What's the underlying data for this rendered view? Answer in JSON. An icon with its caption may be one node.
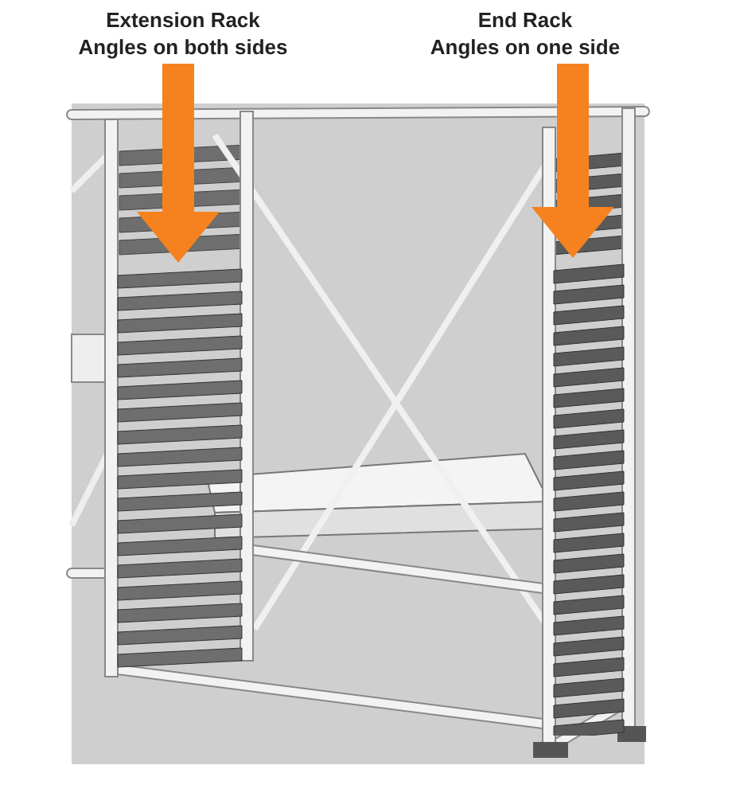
{
  "diagram": {
    "nodes": [
      {
        "text": [
          "Extension Rack",
          "Angles on both sides"
        ]
      },
      {
        "text": [
          "End Rack",
          "Angles on one side"
        ]
      },
      {
        "text": [],
        "shape": "picture"
      },
      {
        "text": [],
        "shape": "picture"
      }
    ],
    "edges": [
      {
        "from": 0,
        "to": 2,
        "arrow": "to"
      },
      {
        "from": 1,
        "to": 3,
        "arrow": "to"
      }
    ]
  }
}
